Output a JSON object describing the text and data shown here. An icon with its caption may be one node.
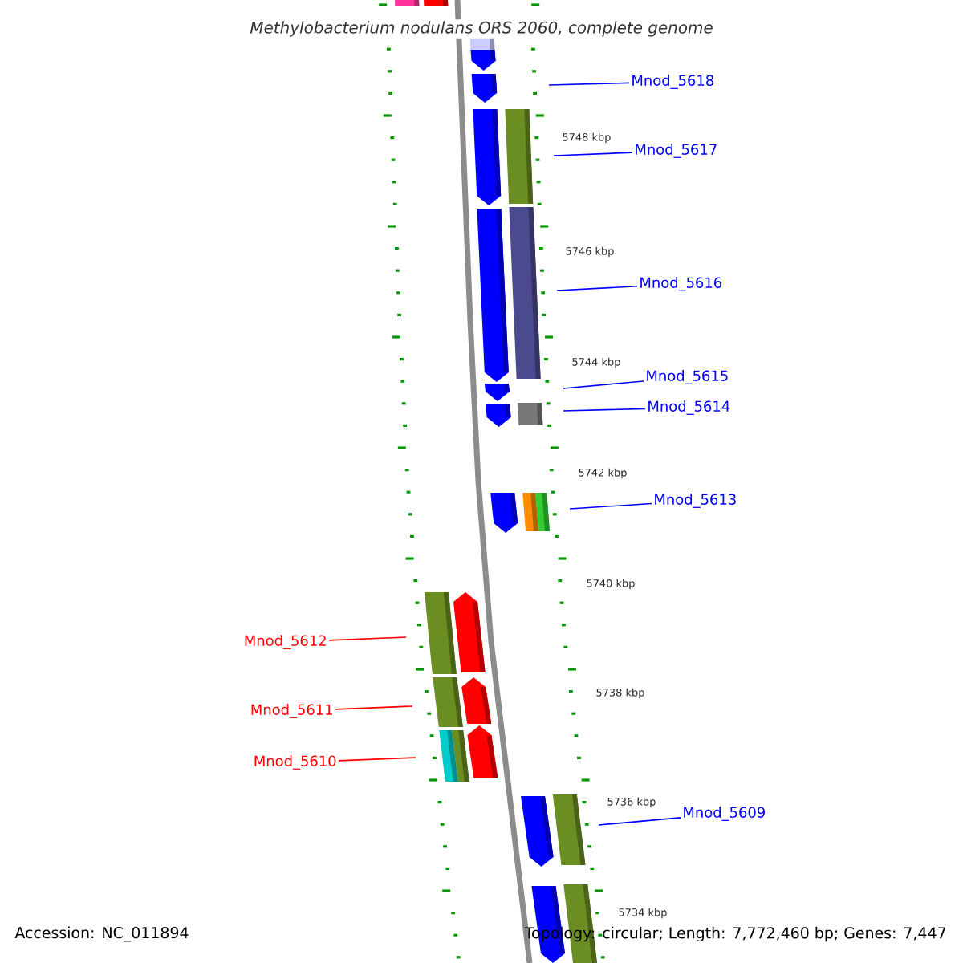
{
  "diagram": {
    "title": "Methylobacterium nodulans ORS 2060, complete genome",
    "nodes": [
      {
        "text": [
          "Mnod_5618"
        ]
      },
      {
        "text": [
          "Mnod_5617"
        ]
      },
      {
        "text": [
          "Mnod_5616"
        ]
      },
      {
        "text": [
          "Mnod_5615"
        ]
      },
      {
        "text": [
          "Mnod_5614"
        ]
      },
      {
        "text": [
          "Mnod_5613"
        ]
      },
      {
        "text": [
          "Mnod_5612"
        ]
      },
      {
        "text": [
          "Mnod_5611"
        ]
      },
      {
        "text": [
          "Mnod_5610"
        ]
      },
      {
        "text": [
          "Mnod_5609"
        ]
      }
    ],
    "edges": [
      {
        "from": 0,
        "to": null,
        "arrow": "none"
      },
      {
        "from": 1,
        "to": null,
        "arrow": "none"
      },
      {
        "from": 2,
        "to": null,
        "arrow": "none"
      },
      {
        "from": 3,
        "to": null,
        "arrow": "none"
      },
      {
        "from": 4,
        "to": null,
        "arrow": "none"
      },
      {
        "from": 5,
        "to": null,
        "arrow": "none"
      },
      {
        "from": 6,
        "to": null,
        "arrow": "none",
        "color": "#ff0000"
      },
      {
        "from": 7,
        "to": null,
        "arrow": "none",
        "color": "#ff0000"
      },
      {
        "from": 8,
        "to": null,
        "arrow": "none",
        "color": "#ff0000"
      },
      {
        "from": 9,
        "to": null,
        "arrow": "none"
      }
    ],
    "labels": [
      "5748 kbp",
      "5746 kbp",
      "5744 kbp",
      "5742 kbp",
      "5740 kbp",
      "5738 kbp",
      "5736 kbp",
      "5734 kbp",
      "Accession: NC_011894",
      "Topology: circular; Length: 7,772,460 bp; Genes: 7,447"
    ]
  }
}
